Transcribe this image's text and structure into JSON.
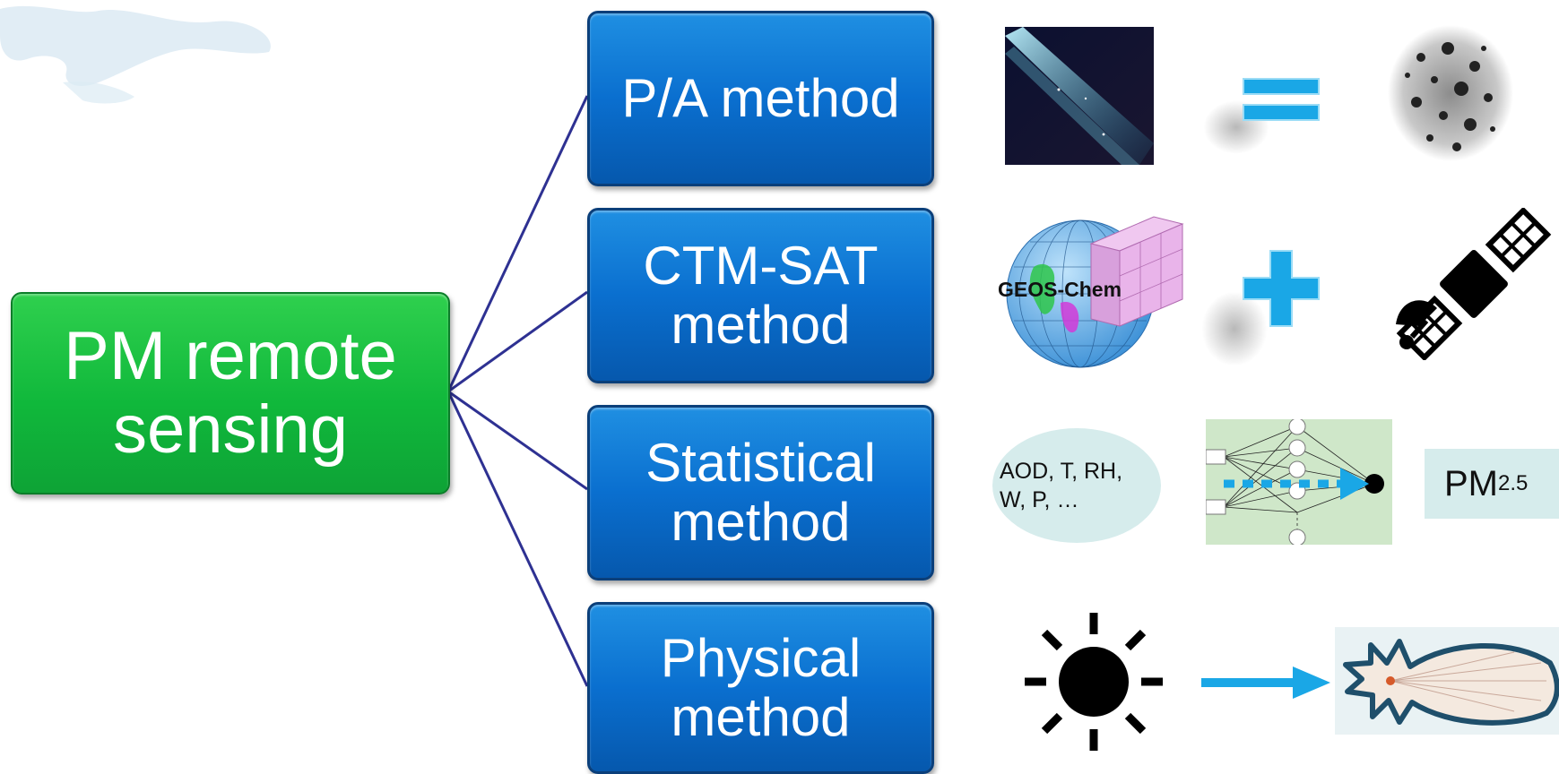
{
  "root": {
    "label_line1": "PM remote",
    "label_line2": "sensing"
  },
  "methods": [
    {
      "line1": "P/A method",
      "line2": ""
    },
    {
      "line1": "CTM-SAT",
      "line2": "method"
    },
    {
      "line1": "Statistical",
      "line2": "method"
    },
    {
      "line1": "Physical",
      "line2": "method"
    }
  ],
  "ctm_sat": {
    "model_label": "GEOS-Chem"
  },
  "statistical": {
    "inputs_line1": "AOD, T, RH,",
    "inputs_line2": "W, P, …",
    "output_main": "PM",
    "output_sub": "2.5"
  },
  "icons": {
    "pa_row": [
      "light-beam-image-icon",
      "equals-icon",
      "particle-filter-image-icon"
    ],
    "ctm_row": [
      "globe-grid-icon",
      "plus-icon",
      "satellite-icon"
    ],
    "stat_row": [
      "neural-network-icon"
    ],
    "phys_row": [
      "sun-icon",
      "arrow-right-icon",
      "scattering-phase-function-icon"
    ]
  },
  "colors": {
    "root_green": "#10b83b",
    "method_blue": "#0a6fcf",
    "connector": "#2e3192",
    "accent_cyan": "#1aa7e6",
    "pale_teal": "#d6ecec"
  }
}
